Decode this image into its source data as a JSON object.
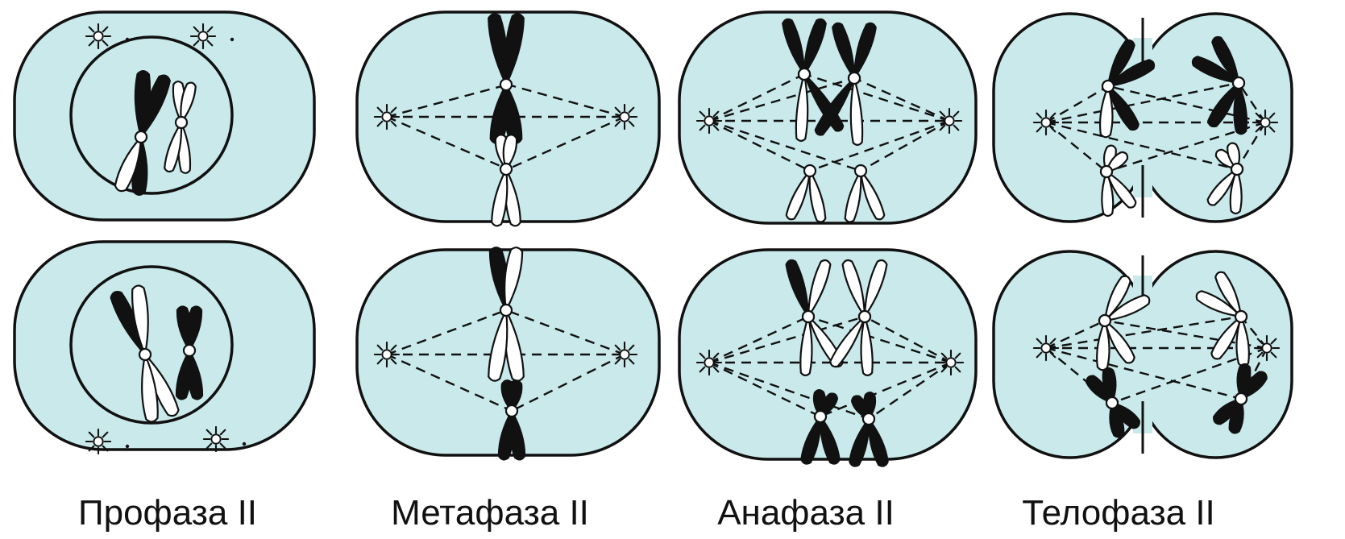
{
  "title": "",
  "colors": {
    "cytoplasm": "#c9e9ea",
    "outline": "#111111",
    "chromatid_dark": "#111111",
    "chromatid_light": "#ffffff",
    "background": "#ffffff"
  },
  "phases": [
    {
      "id": "prophase-ii",
      "label": "Профаза II"
    },
    {
      "id": "metaphase-ii",
      "label": "Метафаза II"
    },
    {
      "id": "anaphase-ii",
      "label": "Анафаза II"
    },
    {
      "id": "telophase-ii",
      "label": "Телофаза II"
    }
  ]
}
